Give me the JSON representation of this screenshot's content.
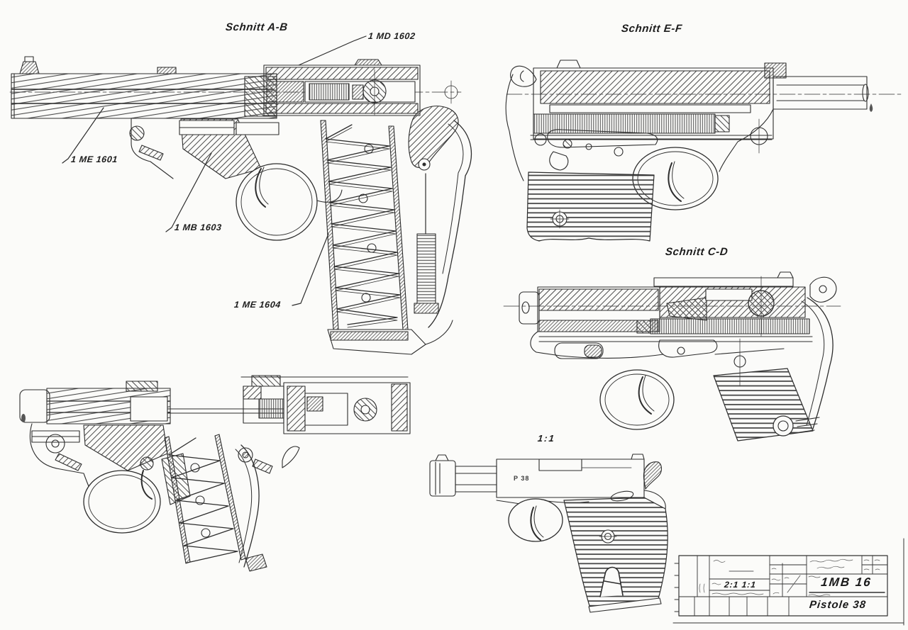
{
  "drawing": {
    "background": "#fbfbf9",
    "ink": "#2d2d2d",
    "sections": {
      "ab": "Schnitt A-B",
      "ef": "Schnitt E-F",
      "cd": "Schnitt C-D"
    },
    "part_labels": [
      {
        "text": "1 MD 1602"
      },
      {
        "text": "1 ME 1601"
      },
      {
        "text": "1 MB 1603"
      },
      {
        "text": "1 ME 1604"
      }
    ],
    "scale_label": "1:1",
    "slide_stamp": "P 38",
    "title_block": {
      "scale": "2:1  1:1",
      "drawing_number": "1MB 16",
      "title": "Pistole 38"
    }
  }
}
